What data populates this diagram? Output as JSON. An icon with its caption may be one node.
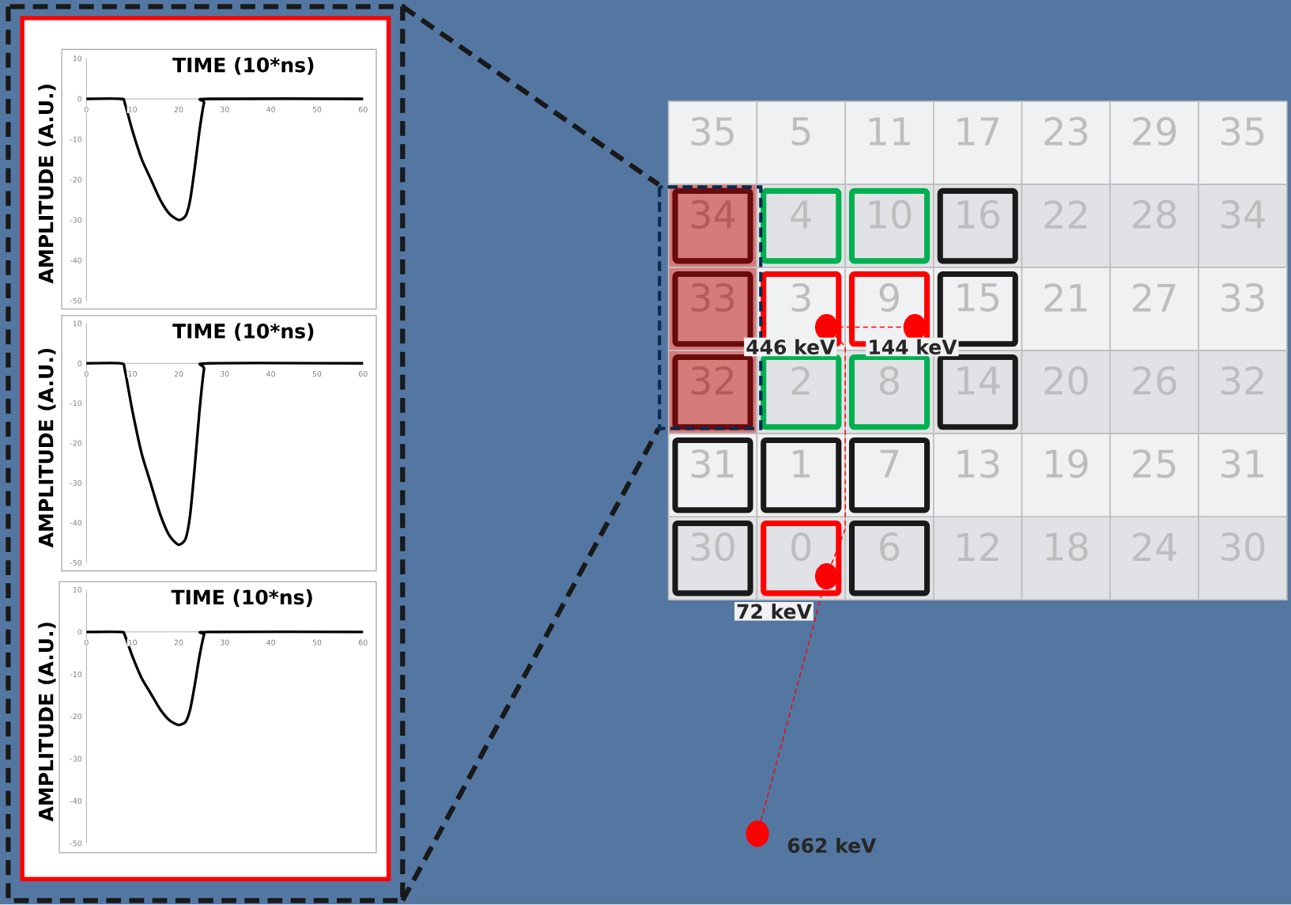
{
  "diagram": {
    "nodes": [
      {
        "text": [
          "35"
        ]
      },
      {
        "text": [
          "5"
        ]
      },
      {
        "text": [
          "11"
        ]
      },
      {
        "text": [
          "17"
        ]
      },
      {
        "text": [
          "23"
        ]
      },
      {
        "text": [
          "29"
        ]
      },
      {
        "text": [
          "35"
        ]
      },
      {
        "text": [
          "34"
        ]
      },
      {
        "text": [
          "4"
        ]
      },
      {
        "text": [
          "10"
        ]
      },
      {
        "text": [
          "16"
        ]
      },
      {
        "text": [
          "22"
        ]
      },
      {
        "text": [
          "28"
        ]
      },
      {
        "text": [
          "34"
        ]
      },
      {
        "text": [
          "33"
        ]
      },
      {
        "text": [
          "3"
        ]
      },
      {
        "text": [
          "9"
        ]
      },
      {
        "text": [
          "15"
        ]
      },
      {
        "text": [
          "21"
        ]
      },
      {
        "text": [
          "27"
        ]
      },
      {
        "text": [
          "33"
        ]
      },
      {
        "text": [
          "32"
        ]
      },
      {
        "text": [
          "2"
        ]
      },
      {
        "text": [
          "8"
        ]
      },
      {
        "text": [
          "14"
        ]
      },
      {
        "text": [
          "20"
        ]
      },
      {
        "text": [
          "26"
        ]
      },
      {
        "text": [
          "32"
        ]
      },
      {
        "text": [
          "31"
        ]
      },
      {
        "text": [
          "1"
        ]
      },
      {
        "text": [
          "7"
        ]
      },
      {
        "text": [
          "13"
        ]
      },
      {
        "text": [
          "19"
        ]
      },
      {
        "text": [
          "25"
        ]
      },
      {
        "text": [
          "31"
        ]
      },
      {
        "text": [
          "30"
        ]
      },
      {
        "text": [
          "0"
        ]
      },
      {
        "text": [
          "6"
        ]
      },
      {
        "text": [
          "12"
        ]
      },
      {
        "text": [
          "18"
        ]
      },
      {
        "text": [
          "24"
        ]
      },
      {
        "text": [
          "30"
        ]
      },
      {
        "text": [],
        "shape": "circle",
        "in": 16,
        "beside": [
          "144 keV"
        ]
      },
      {
        "text": [],
        "shape": "circle",
        "in": 15,
        "beside": [
          "446 keV"
        ]
      },
      {
        "text": [],
        "shape": "circle",
        "in": 36,
        "beside": [
          "72 keV"
        ]
      },
      {
        "text": [],
        "shape": "circle",
        "beside": [
          "662 keV"
        ]
      }
    ],
    "edges": [
      {
        "from": 45,
        "to": 44,
        "arrow": "none",
        "style": "dashed"
      },
      {
        "from": 44,
        "to": 43,
        "arrow": "none",
        "style": "dashed"
      },
      {
        "from": 43,
        "to": 42,
        "arrow": "none",
        "style": "dashed"
      }
    ],
    "labels": [
      "TIME (10*ns)",
      "AMPLITUDE (A.U.)",
      "10",
      "0",
      "-10",
      "-20",
      "-30",
      "-40",
      "-50",
      "0",
      "10",
      "20",
      "30",
      "40",
      "50",
      "60",
      "TIME (10*ns)",
      "AMPLITUDE (A.U.)",
      "10",
      "0",
      "-10",
      "-20",
      "-30",
      "-40",
      "-50",
      "0",
      "10",
      "20",
      "30",
      "40",
      "50",
      "60",
      "TIME (10*ns)",
      "AMPLITUDE (A.U.)",
      "10",
      "0",
      "-10",
      "-20",
      "-30",
      "-40",
      "-50",
      "0",
      "10",
      "20",
      "30",
      "40",
      "50",
      "60"
    ]
  }
}
